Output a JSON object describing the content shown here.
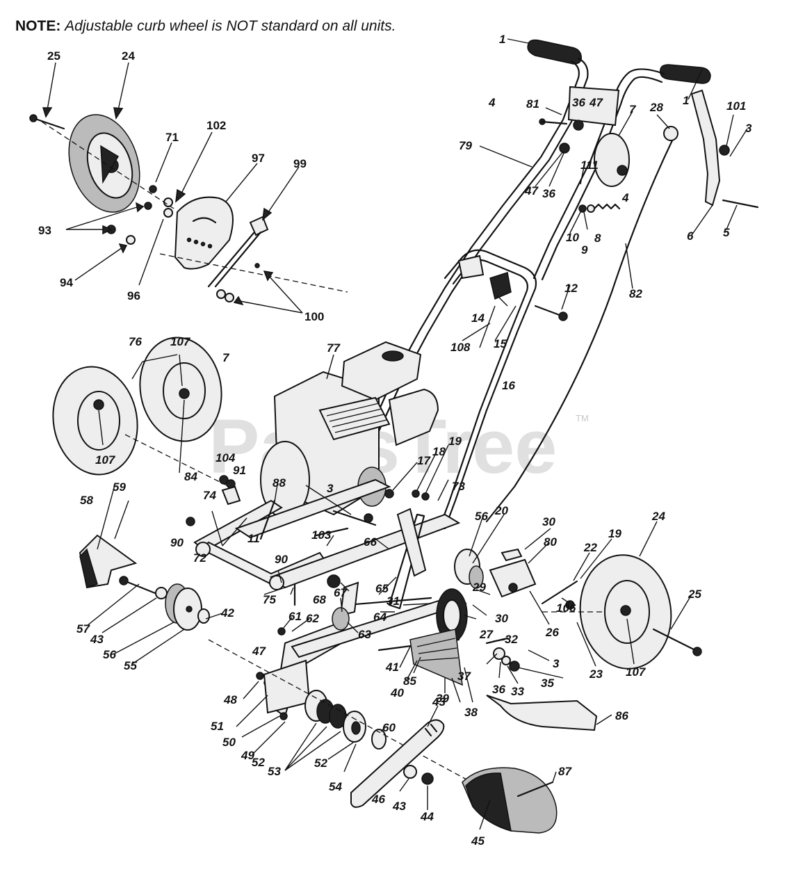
{
  "note": {
    "prefix": "NOTE:",
    "text": "Adjustable curb wheel is NOT standard on all units."
  },
  "watermark": "PartsTree",
  "watermark_mark": "TM",
  "callouts": {
    "c1a": "1",
    "c1b": "1",
    "c3a": "3",
    "c3b": "3",
    "c3c": "3",
    "c4a": "4",
    "c4b": "4",
    "c5": "5",
    "c6": "6",
    "c7a": "7",
    "c7b": "7",
    "c8": "8",
    "c9": "9",
    "c10": "10",
    "c11": "11",
    "c12": "12",
    "c14": "14",
    "c15": "15",
    "c16": "16",
    "c17": "17",
    "c18": "18",
    "c19a": "19",
    "c19b": "19",
    "c20": "20",
    "c22": "22",
    "c23": "23",
    "c24a": "24",
    "c24b": "24",
    "c25a": "25",
    "c25b": "25",
    "c26": "26",
    "c27": "27",
    "c28": "28",
    "c29": "29",
    "c30a": "30",
    "c30b": "30",
    "c31": "31",
    "c32": "32",
    "c33": "33",
    "c35": "35",
    "c36a": "36",
    "c36b": "36",
    "c36c": "36",
    "c37": "37",
    "c38": "38",
    "c39": "39",
    "c40": "40",
    "c41": "41",
    "c42": "42",
    "c43a": "43",
    "c43b": "43",
    "c43c": "43",
    "c44": "44",
    "c45": "45",
    "c46": "46",
    "c47a": "47",
    "c47b": "47",
    "c47c": "47",
    "c48": "48",
    "c49": "49",
    "c50": "50",
    "c51": "51",
    "c52a": "52",
    "c52b": "52",
    "c53": "53",
    "c54": "54",
    "c55": "55",
    "c56a": "56",
    "c56b": "56",
    "c57": "57",
    "c58": "58",
    "c59": "59",
    "c60": "60",
    "c61": "61",
    "c62": "62",
    "c63": "63",
    "c64": "64",
    "c65": "65",
    "c66": "66",
    "c67": "67",
    "c68": "68",
    "c71": "71",
    "c72": "72",
    "c73": "73",
    "c74": "74",
    "c75": "75",
    "c76": "76",
    "c77": "77",
    "c79": "79",
    "c80": "80",
    "c81": "81",
    "c82": "82",
    "c84": "84",
    "c85": "85",
    "c86": "86",
    "c87": "87",
    "c88": "88",
    "c90a": "90",
    "c90b": "90",
    "c91": "91",
    "c93": "93",
    "c94": "94",
    "c96": "96",
    "c97": "97",
    "c99": "99",
    "c100": "100",
    "c101": "101",
    "c102": "102",
    "c103": "103",
    "c104": "104",
    "c106": "106",
    "c107a": "107",
    "c107b": "107",
    "c107c": "107",
    "c108": "108",
    "c111": "111"
  }
}
